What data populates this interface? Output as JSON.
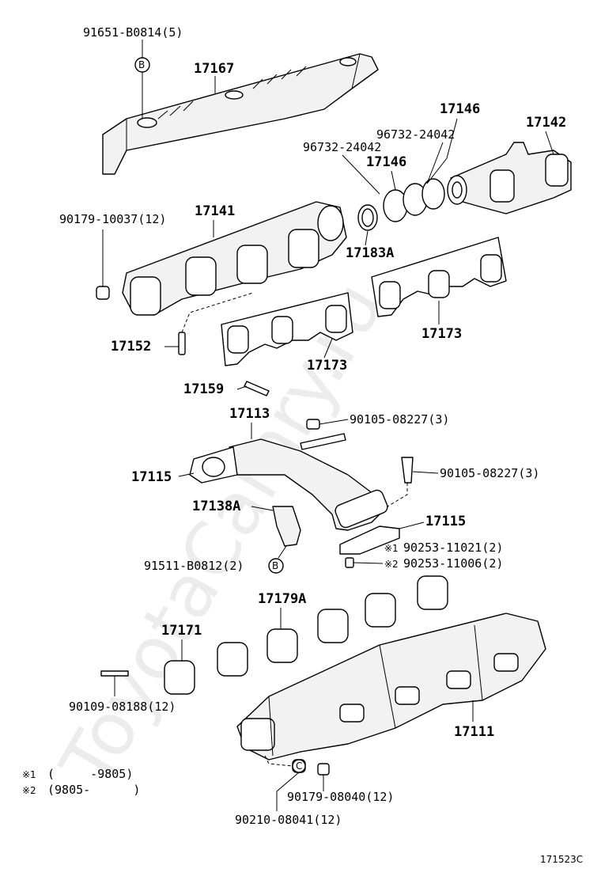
{
  "watermark": "ToyotaCamry.ru",
  "diagram_id": "171523C",
  "ref_circle_b": "B",
  "ref_circle_c": "C",
  "labels": {
    "p91651": "91651-B0814(5)",
    "p17167": "17167",
    "p17146a": "17146",
    "p17142": "17142",
    "p96732a": "96732-24042",
    "p96732b": "96732-24042",
    "p17146b": "17146",
    "p90179a": "90179-10037(12)",
    "p17141": "17141",
    "p17183a": "17183A",
    "p17152": "17152",
    "p17173a": "17173",
    "p17173b": "17173",
    "p17159": "17159",
    "p17113": "17113",
    "p90105a": "90105-08227(3)",
    "p90105b": "90105-08227(3)",
    "p17115a": "17115",
    "p17138a": "17138A",
    "p17115b": "17115",
    "p90253a": "90253-11021(2)",
    "p90253b": "90253-11006(2)",
    "p91511": "91511-B0812(2)",
    "p17179a": "17179A",
    "p17171": "17171",
    "p90109": "90109-08188(12)",
    "p17111": "17111",
    "p90179b": "90179-08040(12)",
    "p90210": "90210-08041(12)"
  },
  "marks": {
    "m1": "※1",
    "m2": "※2"
  },
  "legend": [
    {
      "mark": "※1",
      "range": "(     -9805)"
    },
    {
      "mark": "※2",
      "range": "(9805-      )"
    }
  ]
}
